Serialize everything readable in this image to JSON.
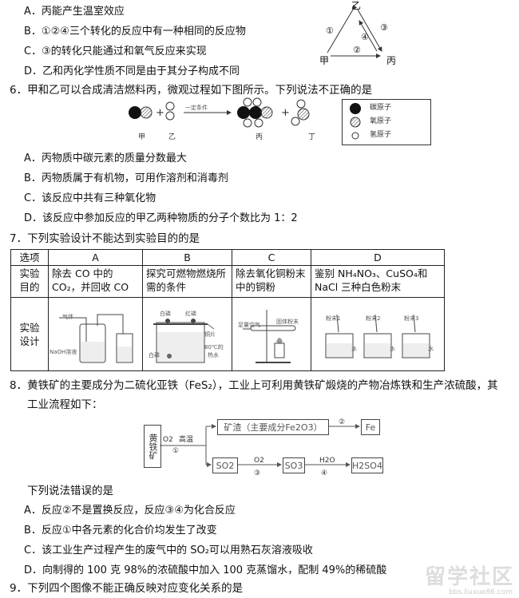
{
  "top_options": [
    "A．丙能产生温室效应",
    "B．①②④三个转化的反应中有一种相同的反应物",
    "C．③的转化只能通过和氧气反应来实现",
    "D．乙和丙化学性质不同是由于其分子构成不同"
  ],
  "triangle": {
    "top": "乙",
    "left": "甲",
    "right": "丙",
    "r1": "①",
    "r2": "②",
    "r3": "③",
    "r4": "④"
  },
  "q6": {
    "stem": "6．甲和乙可以合成清洁燃料丙，微观过程如下图所示。下列说法不正确的是",
    "condition": "一定条件",
    "labels": [
      "甲",
      "乙",
      "丙",
      "丁"
    ],
    "legend": [
      "碳原子",
      "氧原子",
      "氢原子"
    ],
    "options": [
      "A．丙物质中碳元素的质量分数最大",
      "B．丙物质属于有机物，可用作溶剂和消毒剂",
      "C．该反应中共有三种氧化物",
      "D．该反应中参加反应的甲乙两种物质的分子个数比为 1：2"
    ]
  },
  "q7": {
    "stem": "7．下列实验设计不能达到实验目的的是",
    "header": [
      "选项",
      "A",
      "B",
      "C",
      "D"
    ],
    "goal_label": [
      "实验",
      "目的"
    ],
    "goals": [
      "除去 CO 中的 CO₂，并回收 CO",
      "探究可燃物燃烧所需的条件",
      "除去氧化铜粉末中的铜粉",
      "鉴别 NH₄NO₃、CuSO₄和NaCl 三种白色粉末"
    ],
    "design_label": [
      "实验",
      "设计"
    ],
    "design_text": {
      "a_gas": "气体",
      "a_sol": "NaOH溶液",
      "b_white": "白磷",
      "b_red": "红磷",
      "b_cu": "铜片",
      "b_white2": "白磷",
      "b_water": "80℃的",
      "b_water2": "热水",
      "c_air": "足量空气",
      "c_mix": "固体粉末",
      "d_p1": "粉末1",
      "d_p2": "粉末2",
      "d_p3": "粉末3",
      "d_w": "水"
    }
  },
  "q8": {
    "stem": "8．黄铁矿的主要成分为二硫化亚铁（FeS₂），工业上可利用黄铁矿煅烧的产物冶炼铁和生产浓硫酸，其",
    "stem2": "工业流程如下：",
    "ore": "黄铁矿",
    "o2": "O2",
    "highT": "高温",
    "s1": "①",
    "slag": "矿渣（主要成分Fe2O3）",
    "s2": "②",
    "fe": "Fe",
    "so2": "SO2",
    "o2b": "O2",
    "s3": "③",
    "so3": "SO3",
    "h2o": "H2O",
    "s4": "④",
    "h2so4": "H2SO4",
    "sub": "下列说法错误的是",
    "options": [
      "A．反应②不是置换反应，反应③④为化合反应",
      "B．反应①中各元素的化合价均发生了改变",
      "C．该工业生产过程产生的废气中的 SO₂可以用熟石灰溶液吸收",
      "D．向制得的 100 克 98%的浓硫酸中加入 100 克蒸馏水，配制 49%的稀硫酸"
    ]
  },
  "q9": "9．下列四个图像不能正确反映对应变化关系的是",
  "watermark": {
    "main": "留学社区",
    "url": "bbs.liuxue86.com"
  }
}
